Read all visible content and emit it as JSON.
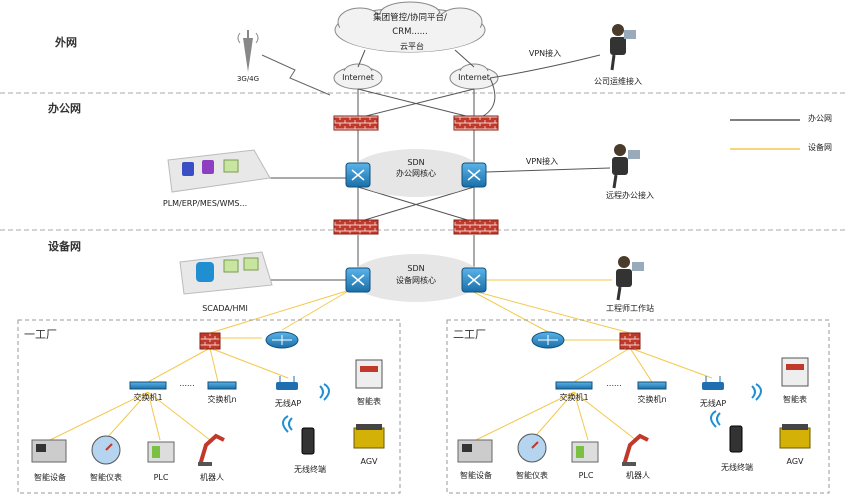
{
  "zones": {
    "external": "外网",
    "office": "办公网",
    "device": "设备网"
  },
  "cloud": {
    "line1": "集团管控/协同平台/",
    "line2": "CRM......",
    "label": "云平台"
  },
  "internet": [
    "Internet",
    "Internet"
  ],
  "tower_label": "3G/4G",
  "vpn": [
    "VPN接入",
    "VPN接入"
  ],
  "users": {
    "company": "公司运维接入",
    "remote": "远程办公接入",
    "engineer": "工程师工作站"
  },
  "sdn_office": {
    "title": "SDN",
    "sub": "办公网核心"
  },
  "sdn_device": {
    "title": "SDN",
    "sub": "设备网核心"
  },
  "servers": {
    "office": "PLM/ERP/MES/WMS...",
    "device": "SCADA/HMI"
  },
  "legend": {
    "office": "办公网",
    "device": "设备网",
    "office_color": "#555555",
    "device_color": "#f2c94c"
  },
  "factory1": {
    "title": "一工厂",
    "switch1": "交换机1",
    "dots": "......",
    "switchn": "交换机n",
    "ap": "无线AP",
    "meter": "智能表",
    "terminal": "无线终端",
    "agv": "AGV",
    "device": "智能设备",
    "instrument": "智能仪表",
    "plc": "PLC",
    "robot": "机器人"
  },
  "factory2": {
    "title": "二工厂",
    "switch1": "交换机1",
    "dots": "......",
    "switchn": "交换机n",
    "ap": "无线AP",
    "meter": "智能表",
    "terminal": "无线终端",
    "agv": "AGV",
    "device": "智能设备",
    "instrument": "智能仪表",
    "plc": "PLC",
    "robot": "机器人"
  },
  "colors": {
    "firewall": "#c0392b",
    "switch": "#1f8fd1",
    "yellow": "#f2c94c",
    "line": "#555555"
  }
}
